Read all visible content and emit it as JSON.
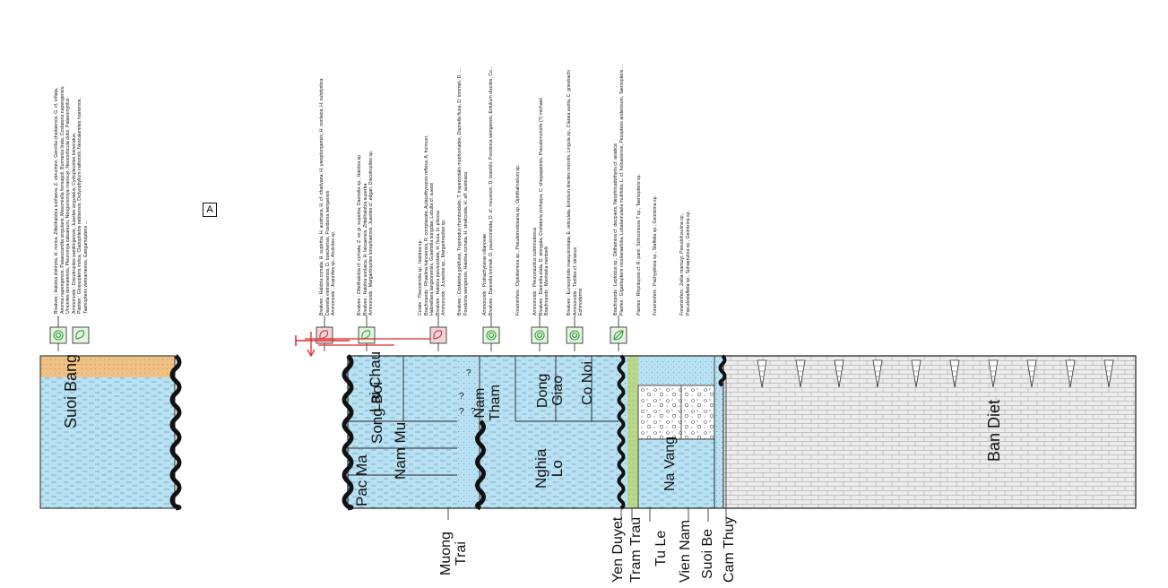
{
  "panel_label": "A",
  "left_column": {
    "name": "Suoi Bang"
  },
  "formations": {
    "lai_chau": "Lai Chau",
    "song_boi": "Song Boi",
    "nam_mu": "Nam Mu",
    "pac_ma": "Pac Ma",
    "nam_tham": "Nam\nTham",
    "dong_giao": "Dong\nGiao",
    "co_noi": "Co Noi",
    "nghia_lo": "Nghia\nLo",
    "na_vang": "Na Vang",
    "ban_diet": "Ban Diet",
    "question_marks": "?"
  },
  "bottom_labels": {
    "muong_trai": "Muong\nTrai",
    "yen_duyet": "Yen Duyet",
    "tram_trau": "Tram Trau",
    "tu_le": "Tu Le",
    "vien_nam": "Vien Nam",
    "suoi_be": "Suoi Be",
    "cam_thuy": "Cam Thuy"
  },
  "fossil_notes": [
    {
      "line1": "Bivalves : Halobia distincta, H. norica, Zittelihalobia subfaeva, Z. obruchevi, Gervillia chaitaensis, G. cf. inflata,",
      "line2": "Anomia napengensis, Palaeocardita singularis, Mesomiella fremagoli, Burmesia lirata, Costatoria napengensis,",
      "line3": "Unionites donnaiensis, Pleuromya calcareum, Neogoniomya mansuyi, Neocorbicula dotoi, Palaeomytilus",
      "line4": "Ammonoids : Discotropites sandlingensis, Juavites angulatus, Cyrtopleurites bicrenatus,",
      "line5": "Plantes : Glossopteris indica, Cladophlebis nebbensis, Dictyophyllum nathorstii, Neocalamites hoerensis,",
      "line6": "Taeniopteris vietnamensis, Gangamopteris ..."
    },
    {
      "line1": "Bivalves : Halobia comata, H. superba, H. austriaca, H. cf. charlyana, H. yangdongensis, H. sonlaica, H. subdystica",
      "line2": "Daonella vietnamensis, D. boeckensis, Posidonia wengensis",
      "line3": "Ammonoids : Joannites sp., Anolcites sp."
    },
    {
      "line1": "Bivalves : Zittelihalobia cf. comata, Z. ex gr. superba, Daonella sp., Halobia sp.",
      "line2": "Bivalves : Halobia sonlaica, H. laiicaensis, Zittelihalobia superba",
      "line3": "Ammonoids : Margaritropites lonophaensis, Juavites cf. edgari, Discotropites sp."
    },
    {
      "line1": "Corals : Thecosmilia sp., Isastrea sp.",
      "line2": "Brachiopods : Rhaetina hanoiensis, R. complanata, Aulacothyropsis reflexa, A. hoimuoi,",
      "line3": "Halorellana langsonensis, Gusenella songdae, Lobulla cf. suessi",
      "line4": "Bivalves : Halobia parvicostata, H. fluxa, H. plicosa",
      "line5": "Ammonoids : Juvavites sp., Margaritropites sp."
    },
    {
      "line1": "Bivalves : Costatoria goldfussi, Trigonodus rhomboidalis, T. trapezoidalis mophoniades, Daonella fluxa, D. lommeli, D. ...",
      "line2": "Posidonia wengensis, Halobia comata, H. straticosta, H. aff. austriaca"
    },
    {
      "line1": "Ammonoids : Protrachyceras villanovae",
      "line2": "Bivalves : Daonella lommeli, D. pauciconstata, D. cf. moussoni, D. boeckhi, Posidonia wengensis, Entolium discites, Co..."
    },
    {
      "line1": "Foraminifers : Diplotremina sp., Pseudonodosaria sp., Ophthalmidium sp."
    },
    {
      "line1": "Ammonoids : Pleuronautilus subtrinodosus",
      "line2": "Bivalves : Daonella elata, D. elongata, Costatoria proharpa, C. chegiajaensis, Pseudomonotis (?) michaeli",
      "line3": "Brachiopods : Mentzelia mentzelii"
    },
    {
      "line1": "Bivalves : Eumorphotis inaequicostata, E. reticulata, Entolium discites microtis, Lingula sp., Claraia aurita, C. griesbachi",
      "line2": "Ammonoids : Tirolites cf. idrianus",
      "line3": "Echinoderms"
    },
    {
      "line1": "Brachiopods : Leptodus sp., Oldhamina cf. decipiens, Neophricadothyris cf. asiatica",
      "line2": "Plantes : Gigantopteris nicotianaefolia, Lobatannularia multifolia, L. cf. holnanensis, Pecopteris anderssoni, Taeniopteris ..."
    },
    {
      "line1": "Plantes : Rhipidopsis cf. R. panii, Schizoneura ? sp., Taeniopteris sp."
    },
    {
      "line1": "Foraminifers : Pachyphloia sp., Staffella sp., Geinitzina sp."
    },
    {
      "line1": "Foraminifers : Zellia mansuyi, Pseudofusulina sp.,",
      "line2": "Pseudostaffella sp., Sphaerulina sp., Geinitzina sp."
    }
  ],
  "icons": [
    "ammonite-icon",
    "bivalve-icon",
    "plant-leaf-icon"
  ],
  "colors": {
    "water_blue": "#b8e1f3",
    "sand": "#f0c184",
    "green_band": "#b9d88c",
    "grey_shale": "#e6e6e6",
    "red_marker": "#e0282a",
    "icon_green": "#2e9b3a",
    "icon_pink": "#e8a0a6"
  }
}
